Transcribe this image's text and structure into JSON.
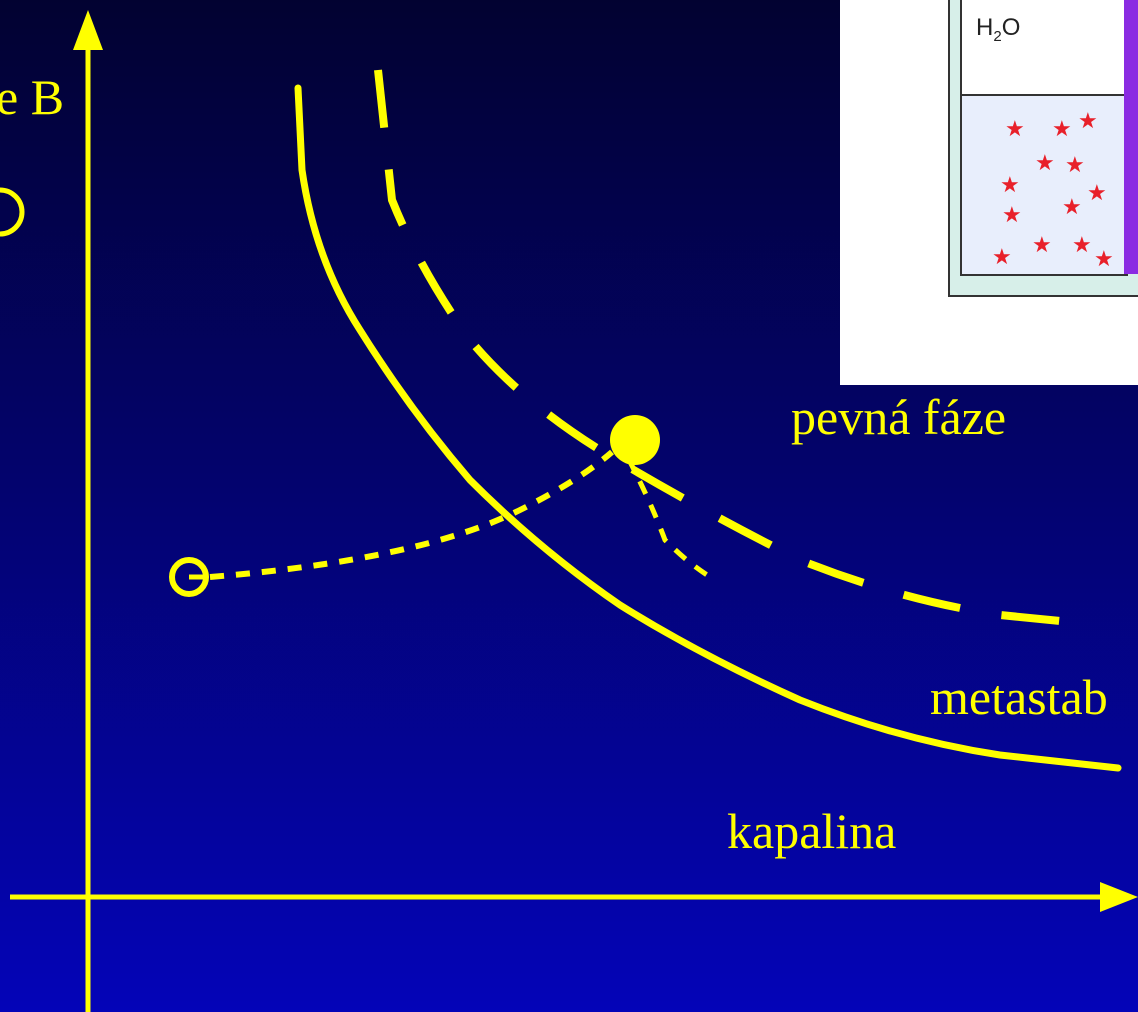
{
  "labels": {
    "y_axis": "e B",
    "solid_phase": "pevná fáze",
    "metastable": "metastab",
    "liquid": "kapalina"
  },
  "inset": {
    "solvent_label_main": "H",
    "solvent_label_sub": "2",
    "solvent_label_tail": "O",
    "particle_symbol": "★"
  },
  "colors": {
    "line": "#ffff00",
    "background_top": "#020231",
    "background_bottom": "#0404b8",
    "particle": "#e8202a",
    "membrane": "#8a2be2"
  }
}
